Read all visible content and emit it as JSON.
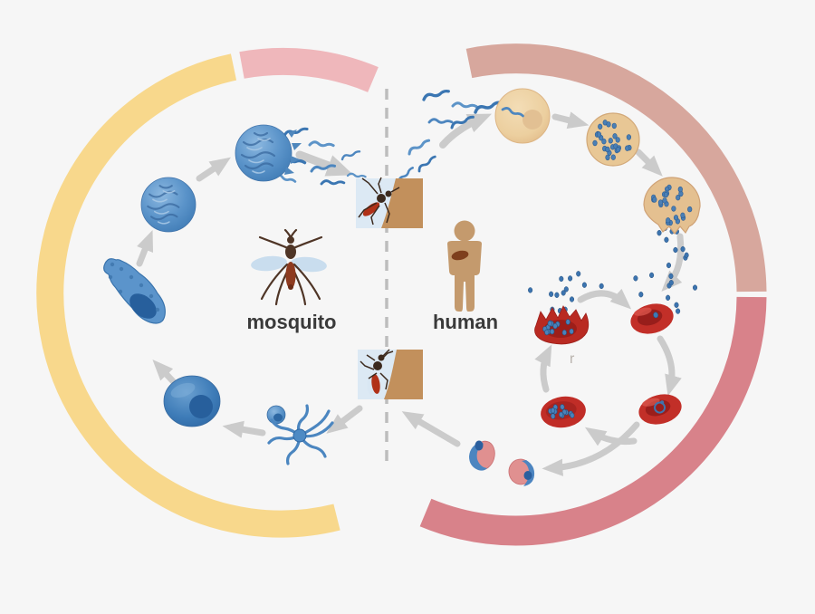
{
  "page": {
    "background": "#f6f6f6"
  },
  "labels": {
    "mosquito": "mosquito",
    "human": "human",
    "stray_mark": "r"
  },
  "arcs": {
    "mosquito_cycle": "#f8d88c",
    "sporozoite_transfer": "#efb7bb",
    "liver_stage": "#d7a79d",
    "blood_stage": "#d8828a"
  },
  "palette": {
    "arrow_gray": "#c8c8c8",
    "parasite_blue": "#4d8ac4",
    "liver_cell_tan": "#e9c99e",
    "red_blood_cell": "#c22f28",
    "gametocyte_pink": "#e09090",
    "divider_gray": "#bdbdbd",
    "label_text": "#3a3a3a"
  },
  "stages": {
    "mosquito_side": [
      "exflagellated-microgamete",
      "macrogamete",
      "zygote",
      "ookinete",
      "oocyst",
      "ruptured-oocyst-releasing-sporozoites"
    ],
    "human_side": [
      "sporozoite-infected-liver-cell",
      "liver-schizont",
      "ruptured-liver-schizont-releasing-merozoites",
      "infected-red-blood-cell",
      "ring-stage-red-blood-cell",
      "blood-schizont",
      "ruptured-red-blood-cell-releasing-merozoites",
      "gametocytes"
    ]
  }
}
